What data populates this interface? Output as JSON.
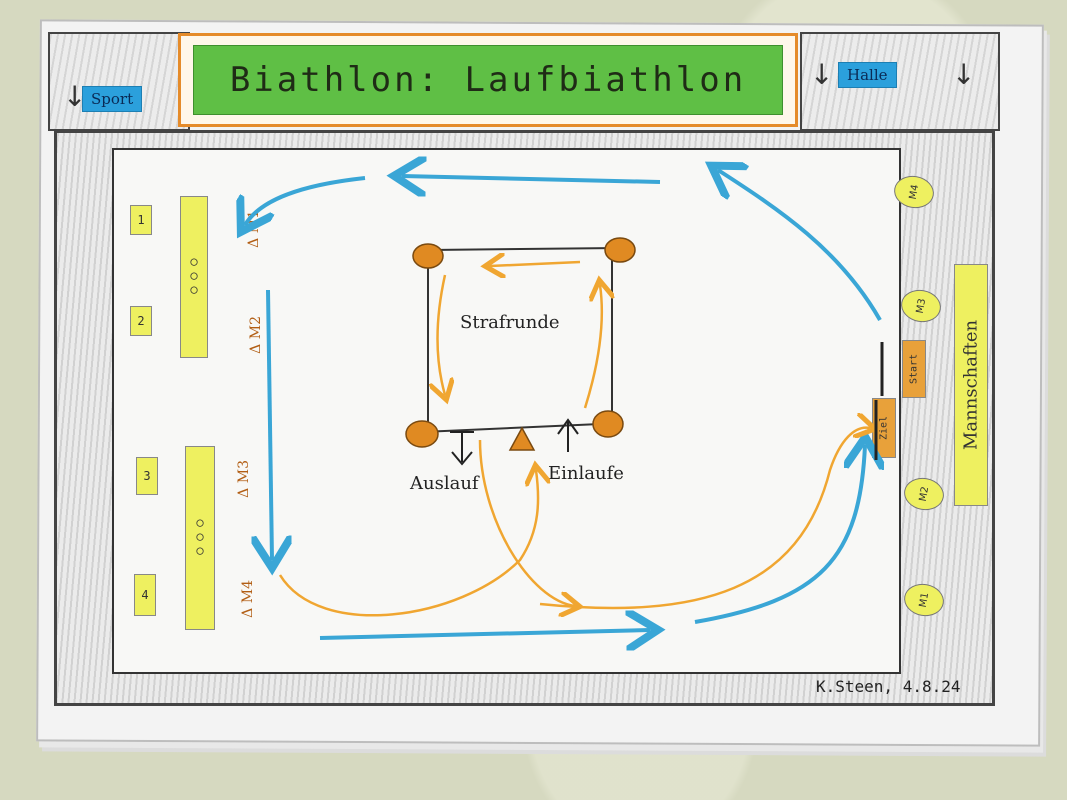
{
  "header": {
    "title": "Biathlon: Laufbiathlon",
    "left_button": "Sport",
    "right_button": "Halle"
  },
  "left_column": {
    "number_boxes": [
      "1",
      "2",
      "3",
      "4"
    ],
    "stations": [
      "Δ M1",
      "Δ M2",
      "Δ M3",
      "Δ M4"
    ],
    "targets_glyph": "○○○"
  },
  "center": {
    "penalty_label": "Strafrunde",
    "exit_label": "Auslauf",
    "entry_label": "Einlaufe"
  },
  "right_column": {
    "team_ovals": [
      "M4",
      "M3",
      "M2",
      "M1"
    ],
    "team_label": "Mannschaften",
    "start_label": "Start",
    "ziel_label": "Ziel"
  },
  "signature": "K.Steen, 4.8.24",
  "colors": {
    "title_green": "#5fbf45",
    "title_orange": "#e58b2a",
    "button_blue": "#2ba0dc",
    "arrow_blue": "#3aa6d6",
    "arrow_orange": "#f0a631",
    "marker_yellow": "#eef060",
    "cone_orange": "#e08a22"
  }
}
